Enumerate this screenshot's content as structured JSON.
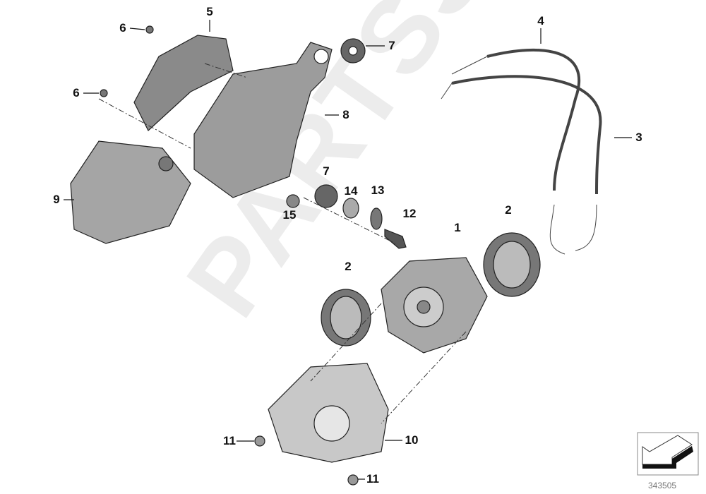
{
  "watermark": "PARTSS.com",
  "reference_number": "343505",
  "callouts": [
    {
      "id": "c5",
      "label": "5"
    },
    {
      "id": "c6a",
      "label": "6"
    },
    {
      "id": "c7a",
      "label": "7"
    },
    {
      "id": "c6b",
      "label": "6"
    },
    {
      "id": "c8",
      "label": "8"
    },
    {
      "id": "c4",
      "label": "4"
    },
    {
      "id": "c3",
      "label": "3"
    },
    {
      "id": "c9",
      "label": "9"
    },
    {
      "id": "c7b",
      "label": "7"
    },
    {
      "id": "c14",
      "label": "14"
    },
    {
      "id": "c13",
      "label": "13"
    },
    {
      "id": "c15",
      "label": "15"
    },
    {
      "id": "c12",
      "label": "12"
    },
    {
      "id": "c1",
      "label": "1"
    },
    {
      "id": "c2a",
      "label": "2"
    },
    {
      "id": "c2b",
      "label": "2"
    },
    {
      "id": "c11a",
      "label": "11"
    },
    {
      "id": "c10",
      "label": "10"
    },
    {
      "id": "c11b",
      "label": "11"
    }
  ]
}
